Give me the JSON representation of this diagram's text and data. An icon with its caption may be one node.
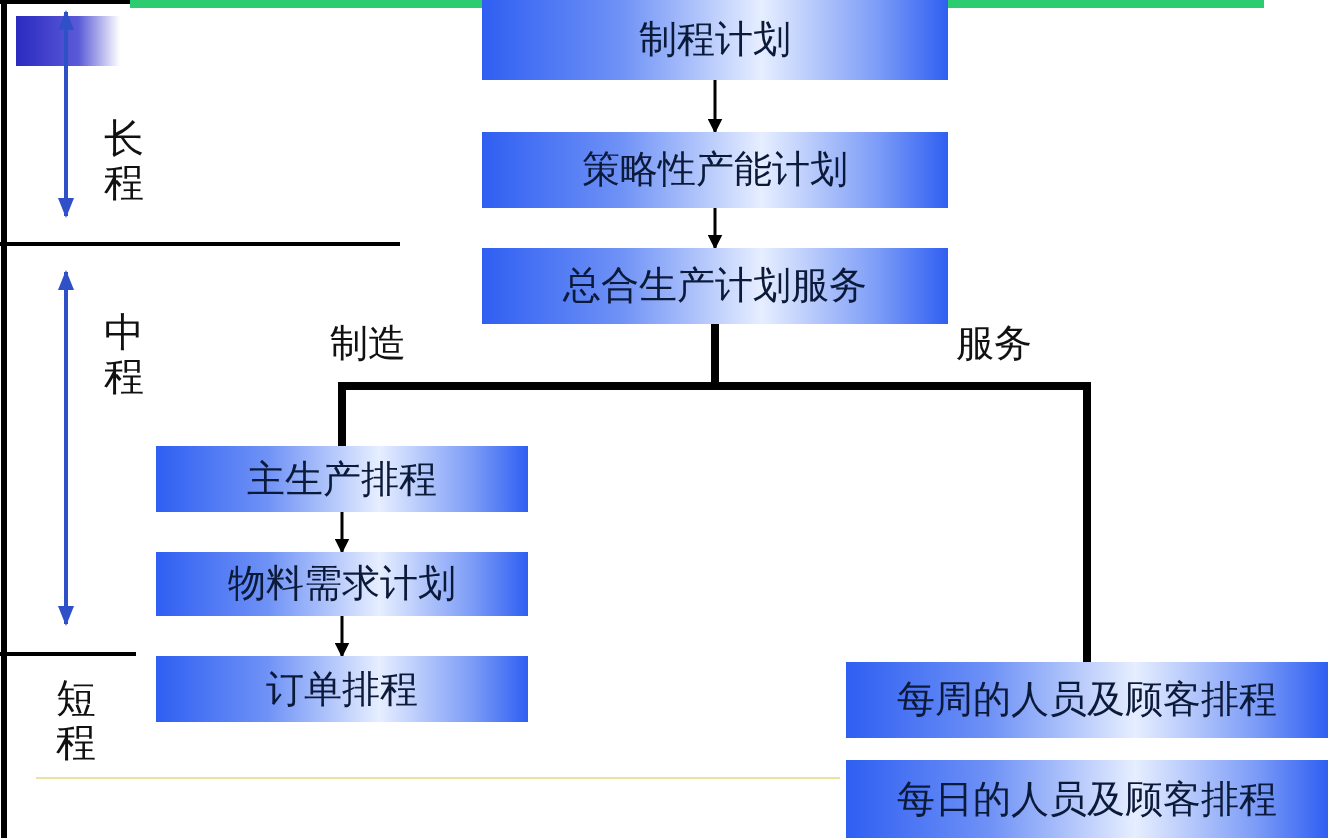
{
  "diagram": {
    "nodes": [
      {
        "text": [
          "制程计划"
        ]
      },
      {
        "text": [
          "策略性产能计划"
        ]
      },
      {
        "text": [
          "总合生产计划服务"
        ]
      },
      {
        "text": [
          "主生产排程"
        ]
      },
      {
        "text": [
          "物料需求计划"
        ]
      },
      {
        "text": [
          "订单排程"
        ]
      },
      {
        "text": [
          "每周的人员及顾客排程"
        ]
      },
      {
        "text": [
          "每日的人员及顾客排程"
        ]
      }
    ],
    "edges": [
      {
        "from": 0,
        "to": 1,
        "arrow": "to"
      },
      {
        "from": 1,
        "to": 2,
        "arrow": "to"
      },
      {
        "from": 2,
        "to": 3,
        "arrow": "none",
        "label": "制造",
        "style": "thick"
      },
      {
        "from": 2,
        "to": 6,
        "arrow": "none",
        "label": "服务",
        "style": "thick"
      },
      {
        "from": 3,
        "to": 4,
        "arrow": "to"
      },
      {
        "from": 4,
        "to": 5,
        "arrow": "to"
      }
    ],
    "labels": [
      "长程",
      "中程",
      "短程"
    ]
  }
}
